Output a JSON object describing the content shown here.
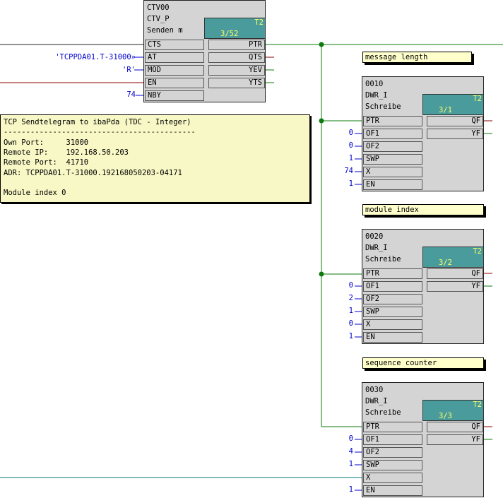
{
  "colors": {
    "wire_blue": "#0000cc",
    "wire_green": "#0c7a0c",
    "wire_red": "#8b0000",
    "wire_teal": "#0a7a7a",
    "block_fill": "#d4d4d4",
    "type_cell": "#4a9c9c",
    "type_text": "#ffff66",
    "label_fill": "#ffffcc",
    "comment_fill": "#f8f8c6"
  },
  "ctv": {
    "name": "CTV00",
    "type": "CTV_P",
    "comment": "Senden m",
    "tc": "T2",
    "tn": "3/52",
    "inputs": [
      "CTS",
      "AT",
      "MOD",
      "EN",
      "NBY"
    ],
    "outputs": [
      "PTR",
      "QTS",
      "YEV",
      "YTS"
    ],
    "ext_at": "'TCPPDA01.T-31000»",
    "ext_mod": "'R'",
    "ext_nby": "74"
  },
  "comment": {
    "lines": [
      "TCP Sendtelegram to ibaPda (TDC - Integer)",
      "-------------------------------------------",
      "Own Port:     31000",
      "Remote IP:    192.168.50.203",
      "Remote Port:  41710",
      "ADR: TCPPDA01.T-31000.192168050203-04171",
      "",
      "Module index 0"
    ]
  },
  "blocks": [
    {
      "label": "message length",
      "name": "0010",
      "type": "DWR_I",
      "comment": "Schreibe",
      "tc": "T2",
      "tn": "3/1",
      "inputs": [
        "PTR",
        "OF1",
        "OF2",
        "SWP",
        "X",
        "EN"
      ],
      "outputs": [
        "QF",
        "YF"
      ],
      "values": [
        "",
        "0",
        "0",
        "1",
        "74",
        "1"
      ]
    },
    {
      "label": "module index",
      "name": "0020",
      "type": "DWR_I",
      "comment": "Schreibe",
      "tc": "T2",
      "tn": "3/2",
      "inputs": [
        "PTR",
        "OF1",
        "OF2",
        "SWP",
        "X",
        "EN"
      ],
      "outputs": [
        "QF",
        "YF"
      ],
      "values": [
        "",
        "0",
        "2",
        "1",
        "0",
        "1"
      ]
    },
    {
      "label": "sequence counter",
      "name": "0030",
      "type": "DWR_I",
      "comment": "Schreibe",
      "tc": "T2",
      "tn": "3/3",
      "inputs": [
        "PTR",
        "OF1",
        "OF2",
        "SWP",
        "X",
        "EN"
      ],
      "outputs": [
        "QF",
        "YF"
      ],
      "values": [
        "",
        "0",
        "4",
        "1",
        "",
        "1"
      ]
    }
  ]
}
